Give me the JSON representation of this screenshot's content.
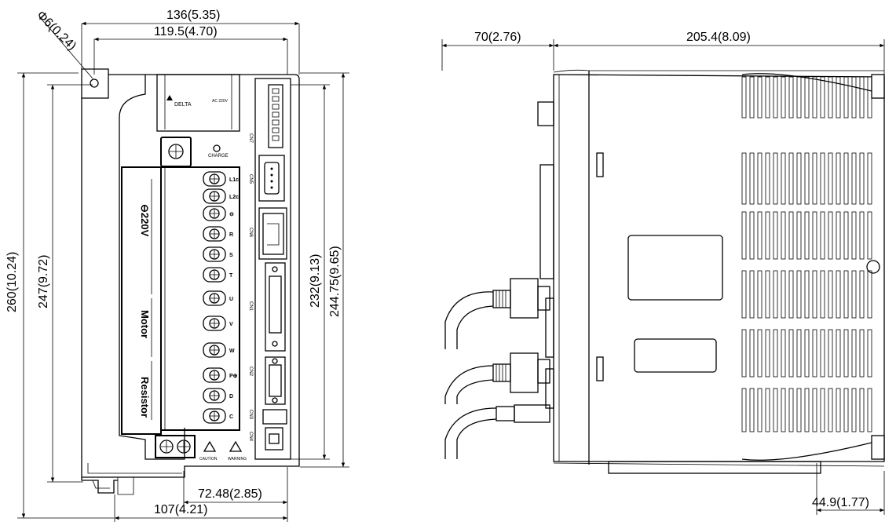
{
  "front_view": {
    "dimensions": {
      "hole_diameter": "Φ6(0.24)",
      "overall_width": "136(5.35)",
      "hole_spacing_width": "119.5(4.70)",
      "overall_height": "260(10.24)",
      "hole_spacing_height": "247(9.72)",
      "panel_height": "232(9.13)",
      "body_height": "244.75(9.65)",
      "terminal_offset": "72.48(2.85)",
      "base_width": "107(4.21)"
    },
    "connector_labels": {
      "cn7": "CN7",
      "cn5": "CN5",
      "cn6": "CN6",
      "cn1": "CN1",
      "cn2": "CN2",
      "cn3": "CN3",
      "cn4": "CN4"
    },
    "terminal_labels": [
      "L1c",
      "L2c",
      "⊖",
      "R",
      "S",
      "T",
      "U",
      "V",
      "W",
      "P⊕",
      "D",
      "C"
    ],
    "group_labels": {
      "power": "⊖220V",
      "motor": "Motor",
      "resistor": "Resistor"
    },
    "charge_label": "CHARGE",
    "caution_label": "CAUTION",
    "warning_label": "WARNING",
    "logo_text": "DELTA"
  },
  "side_view": {
    "dimensions": {
      "cable_depth": "70(2.76)",
      "body_depth": "205.4(8.09)",
      "bracket_offset": "44.9(1.77)"
    }
  }
}
